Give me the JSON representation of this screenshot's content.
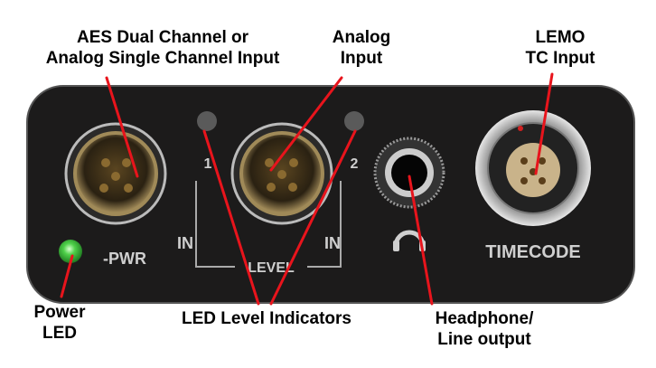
{
  "callouts": {
    "aes_input": [
      "AES Dual Channel or",
      "Analog Single Channel Input"
    ],
    "analog_input": [
      "Analog",
      "Input"
    ],
    "lemo_input": [
      "LEMO",
      "TC Input"
    ],
    "power_led": [
      "Power",
      "LED"
    ],
    "led_level": "LED Level Indicators",
    "headphone": [
      "Headphone/",
      "Line output"
    ]
  },
  "panel": {
    "in1": "IN",
    "pwr": "-PWR",
    "level": "LEVEL",
    "in2": "IN",
    "ch1": "1",
    "ch2": "2",
    "timecode": "TIMECODE"
  },
  "colors": {
    "callout_line": "#e8141c",
    "panel": "#1c1b1b",
    "power_led": "#4fd14a"
  }
}
